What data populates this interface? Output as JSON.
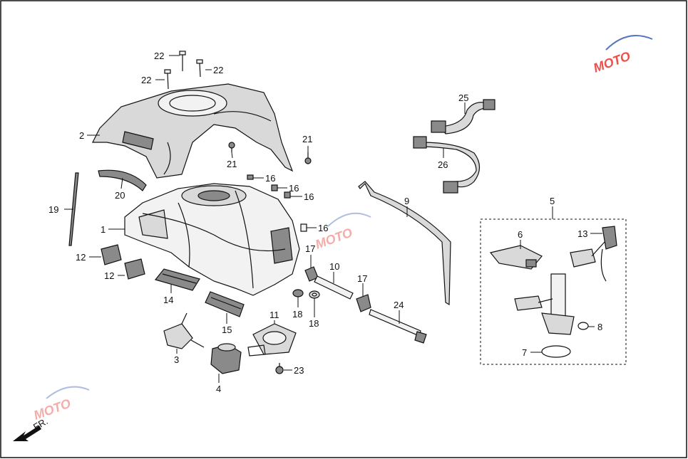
{
  "diagram": {
    "callouts": [
      {
        "id": "c22a",
        "text": "22"
      },
      {
        "id": "c22b",
        "text": "22"
      },
      {
        "id": "c22c",
        "text": "22"
      },
      {
        "id": "c2",
        "text": "2"
      },
      {
        "id": "c21a",
        "text": "21"
      },
      {
        "id": "c21b",
        "text": "21"
      },
      {
        "id": "c19",
        "text": "19"
      },
      {
        "id": "c20",
        "text": "20"
      },
      {
        "id": "c16a",
        "text": "16"
      },
      {
        "id": "c16b",
        "text": "16"
      },
      {
        "id": "c16c",
        "text": "16"
      },
      {
        "id": "c16d",
        "text": "16"
      },
      {
        "id": "c1",
        "text": "1"
      },
      {
        "id": "c12a",
        "text": "12"
      },
      {
        "id": "c12b",
        "text": "12"
      },
      {
        "id": "c14",
        "text": "14"
      },
      {
        "id": "c15",
        "text": "15"
      },
      {
        "id": "c3",
        "text": "3"
      },
      {
        "id": "c4",
        "text": "4"
      },
      {
        "id": "c11",
        "text": "11"
      },
      {
        "id": "c23",
        "text": "23"
      },
      {
        "id": "c17a",
        "text": "17"
      },
      {
        "id": "c17b",
        "text": "17"
      },
      {
        "id": "c10",
        "text": "10"
      },
      {
        "id": "c18a",
        "text": "18"
      },
      {
        "id": "c18b",
        "text": "18"
      },
      {
        "id": "c24",
        "text": "24"
      },
      {
        "id": "c9",
        "text": "9"
      },
      {
        "id": "c25",
        "text": "25"
      },
      {
        "id": "c26",
        "text": "26"
      },
      {
        "id": "c5",
        "text": "5"
      },
      {
        "id": "c6",
        "text": "6"
      },
      {
        "id": "c13",
        "text": "13"
      },
      {
        "id": "c8",
        "text": "8"
      },
      {
        "id": "c7",
        "text": "7"
      }
    ],
    "direction_label": "FR.",
    "watermark": {
      "brand": "MOTO",
      "accent_color": "#e8322b",
      "secondary_color": "#3a5fb0"
    }
  }
}
